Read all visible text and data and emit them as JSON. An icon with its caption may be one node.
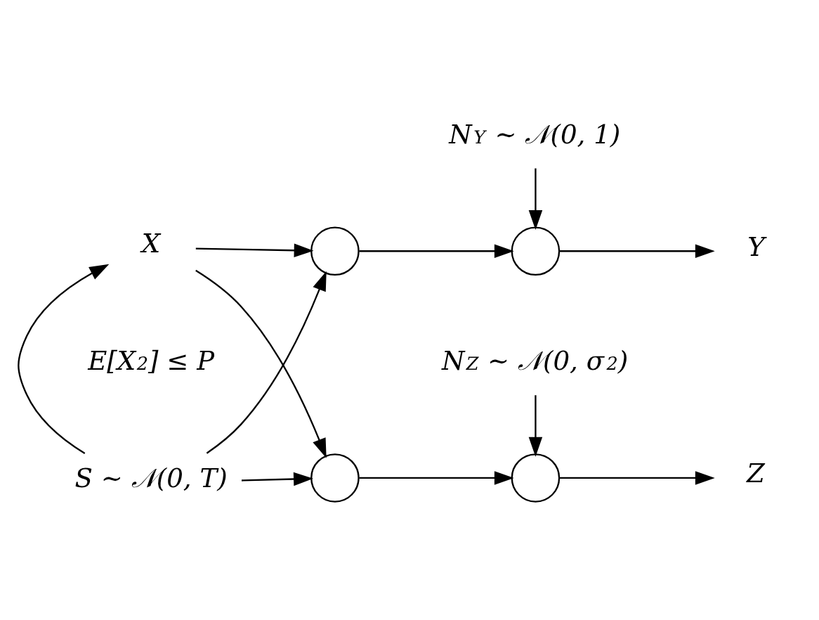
{
  "diagram": {
    "nodes": [
      {
        "text": [
          "N$_{Y}$ ∼ 𝒩(0, 1)"
        ]
      },
      {
        "text": [],
        "shape": "circle"
      },
      {
        "text": [],
        "shape": "circle"
      },
      {
        "text": [
          "Y"
        ]
      },
      {
        "text": [
          "X"
        ],
        "beside": [
          "E[X$^{2}$] ≤ P"
        ]
      },
      {
        "text": [
          "S ∼ 𝒩(0, T)"
        ]
      },
      {
        "text": [],
        "shape": "circle"
      },
      {
        "text": [],
        "shape": "circle"
      },
      {
        "text": [
          "Z"
        ]
      },
      {
        "text": [
          "N$_{Z}$ ∼ 𝒩(0, σ$^{2}$)"
        ]
      }
    ],
    "edges": [
      {
        "from": 4,
        "to": 1,
        "arrow": "to"
      },
      {
        "from": 4,
        "to": 6,
        "arrow": "to"
      },
      {
        "from": 5,
        "to": 1,
        "arrow": "to"
      },
      {
        "from": 5,
        "to": 6,
        "arrow": "to"
      },
      {
        "from": 5,
        "to": 4,
        "arrow": "to"
      },
      {
        "from": 1,
        "to": 2,
        "arrow": "to"
      },
      {
        "from": 0,
        "to": 2,
        "arrow": "to"
      },
      {
        "from": 2,
        "to": 3,
        "arrow": "to"
      },
      {
        "from": 6,
        "to": 7,
        "arrow": "to"
      },
      {
        "from": 9,
        "to": 7,
        "arrow": "to"
      },
      {
        "from": 7,
        "to": 8,
        "arrow": "to"
      }
    ]
  }
}
